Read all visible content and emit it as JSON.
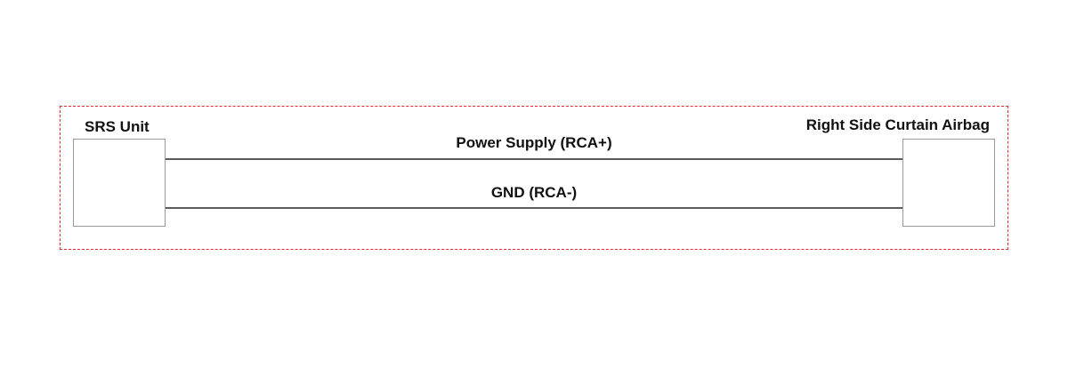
{
  "diagram": {
    "left_component": {
      "label": "SRS Unit"
    },
    "right_component": {
      "label": "Right Side Curtain Airbag"
    },
    "wires": [
      {
        "label": "Power Supply (RCA+)"
      },
      {
        "label": "GND (RCA-)"
      }
    ]
  },
  "colors": {
    "frame_border": "#e8262c",
    "component_border": "#9a9a9a",
    "wire": "#5b5b5b",
    "text": "#111111"
  }
}
